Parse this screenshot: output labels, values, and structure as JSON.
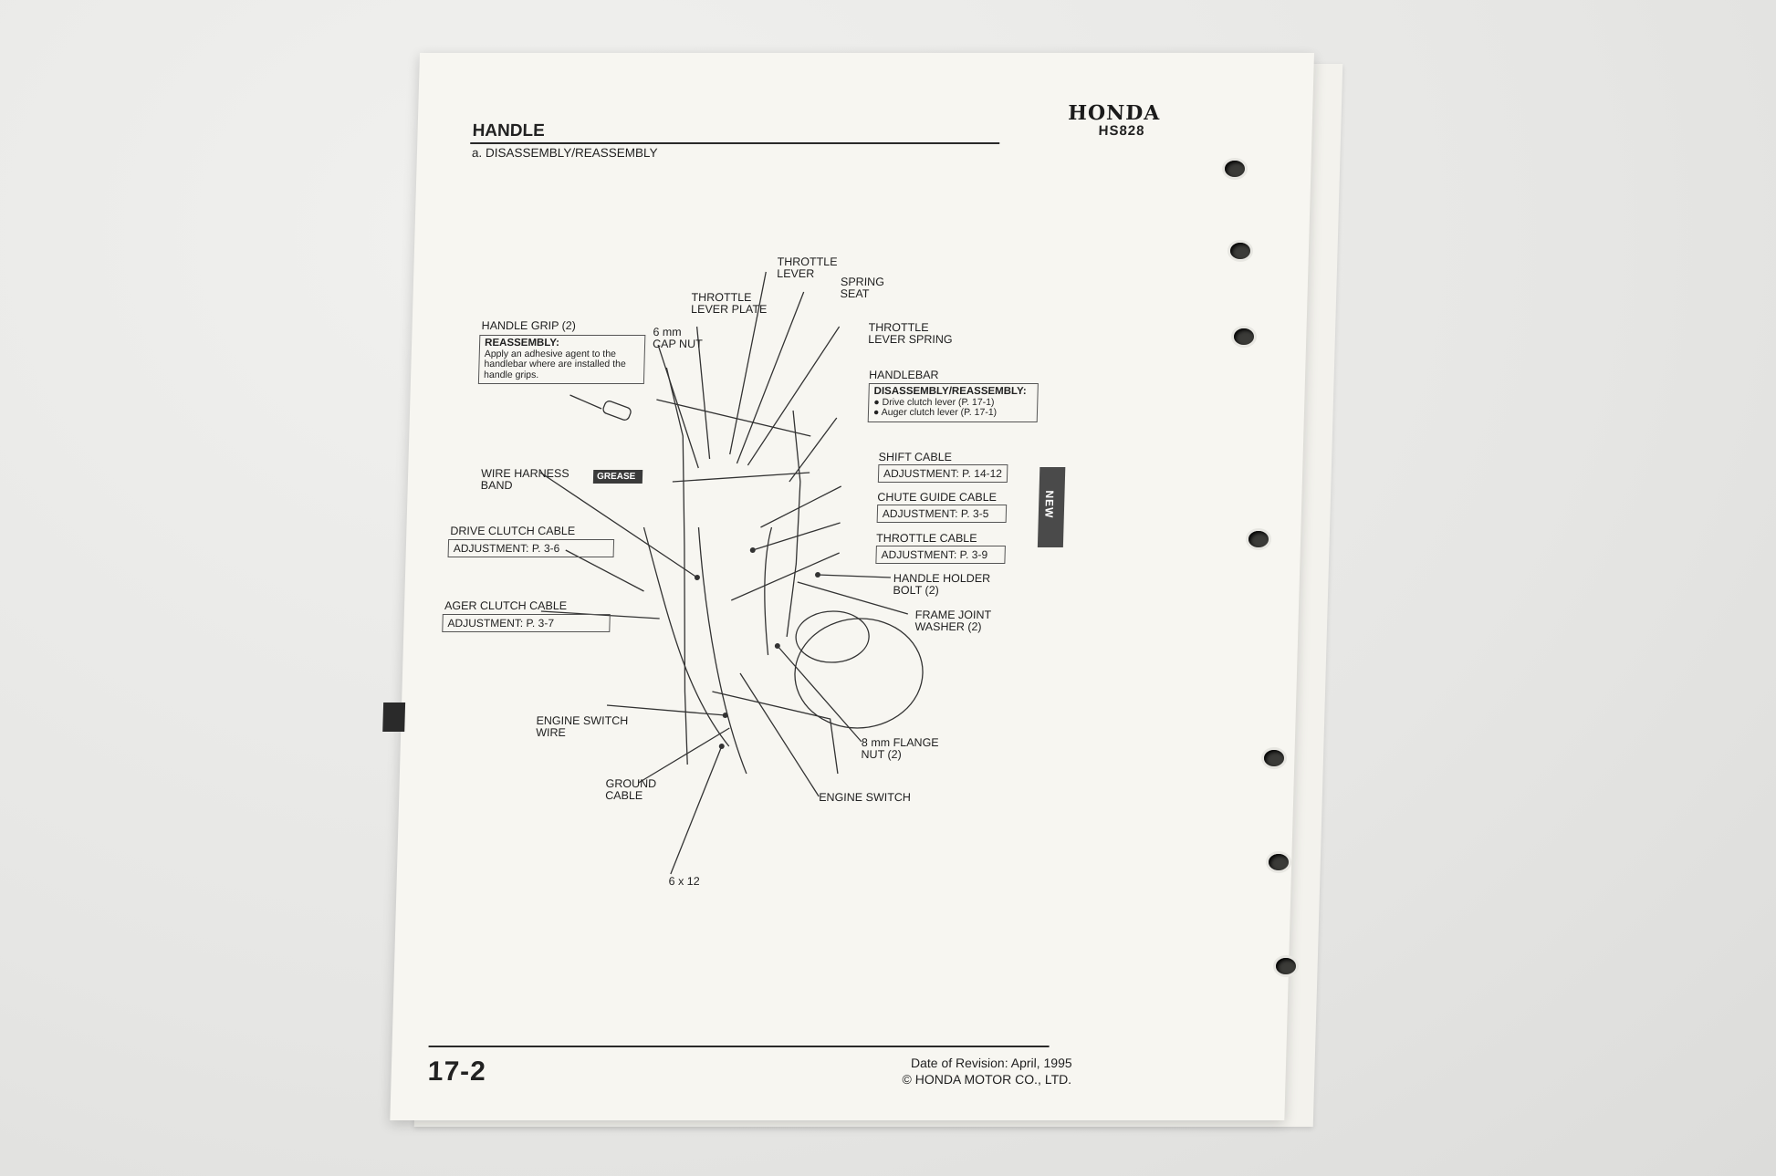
{
  "header": {
    "brand": "HONDA",
    "model": "HS828"
  },
  "section": {
    "title": "HANDLE",
    "subtitle": "a. DISASSEMBLY/REASSEMBLY"
  },
  "labels": {
    "throttle_lever": [
      "THROTTLE",
      "LEVER"
    ],
    "spring_seat": [
      "SPRING",
      "SEAT"
    ],
    "throttle_lever_plate": [
      "THROTTLE",
      "LEVER PLATE"
    ],
    "cap_nut": [
      "6 mm",
      "CAP NUT"
    ],
    "throttle_lever_spring": [
      "THROTTLE",
      "LEVER SPRING"
    ],
    "handle_grip": "HANDLE GRIP (2)",
    "reassembly_title": "REASSEMBLY:",
    "reassembly_text": "Apply an adhesive agent to the handlebar where are installed the handle grips.",
    "handlebar": "HANDLEBAR",
    "handlebar_box_title": "DISASSEMBLY/REASSEMBLY:",
    "handlebar_box_items": [
      "Drive clutch lever (P. 17-1)",
      "Auger clutch lever (P. 17-1)"
    ],
    "grease": "GREASE",
    "wire_harness_band": [
      "WIRE HARNESS",
      "BAND"
    ],
    "shift_cable": "SHIFT CABLE",
    "shift_cable_adj": "ADJUSTMENT: P. 14-12",
    "chute_guide_cable": "CHUTE GUIDE CABLE",
    "chute_guide_cable_adj": "ADJUSTMENT: P. 3-5",
    "throttle_cable": "THROTTLE CABLE",
    "throttle_cable_adj": "ADJUSTMENT: P. 3-9",
    "drive_clutch_cable": "DRIVE CLUTCH CABLE",
    "drive_clutch_cable_adj": "ADJUSTMENT: P. 3-6",
    "handle_holder_bolt": [
      "HANDLE HOLDER",
      "BOLT (2)"
    ],
    "frame_joint_washer": [
      "FRAME JOINT",
      "WASHER (2)"
    ],
    "ager_clutch_cable": "AGER CLUTCH CABLE",
    "ager_clutch_cable_adj": "ADJUSTMENT: P. 3-7",
    "engine_switch_wire": [
      "ENGINE SWITCH",
      "WIRE"
    ],
    "flange_nut": [
      "8 mm FLANGE",
      "NUT (2)"
    ],
    "ground_cable": [
      "GROUND",
      "CABLE"
    ],
    "engine_switch": "ENGINE SWITCH",
    "bolt_6x12": "6 x 12",
    "new_tab": "NEW"
  },
  "footer": {
    "page_number": "17-2",
    "revision": "Date of Revision: April, 1995",
    "copyright": "© HONDA MOTOR CO., LTD."
  }
}
